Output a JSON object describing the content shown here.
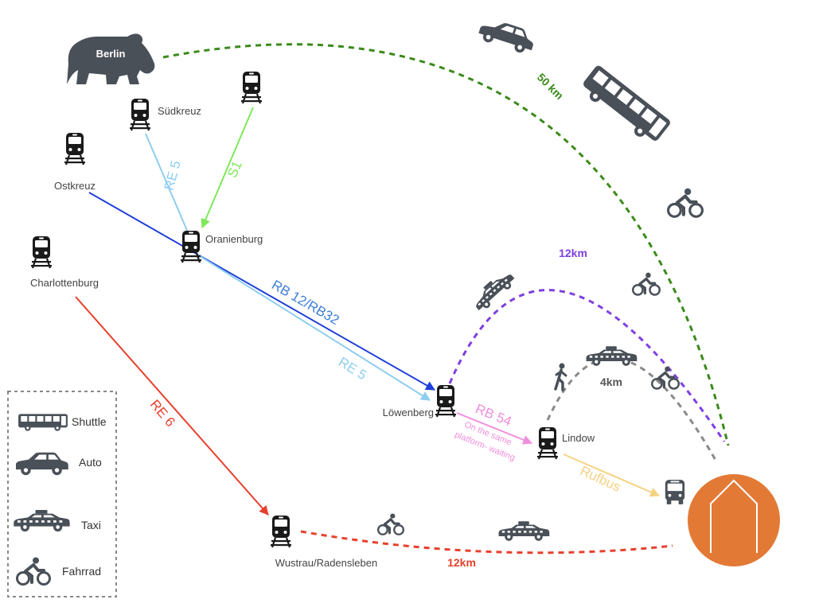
{
  "places": {
    "berlin": "Berlin",
    "suedkreuz": "Südkreuz",
    "ostkreuz": "Ostkreuz",
    "charlottenburg": "Charlottenburg",
    "oranienburg": "Oranienburg",
    "loewenberg": "Löwenberg",
    "lindow": "Lindow",
    "wustrau": "Wustrau/Radensleben"
  },
  "routes": {
    "re5_upper": "RE 5",
    "s1": "S1",
    "rb12": "RB 12/RB32",
    "re5_lower": "RE 5",
    "re6": "RE 6",
    "rb54": "RB 54",
    "rb54_note_1": "On the same",
    "rb54_note_2": "platform- waiting",
    "rufbus": "Rufbus"
  },
  "distances": {
    "berlin": "50 km",
    "loewenberg": "12km",
    "lindow": "4km",
    "wustrau": "12km"
  },
  "legend": {
    "shuttle": "Shuttle",
    "auto": "Auto",
    "taxi": "Taxi",
    "fahrrad": "Fahrrad"
  },
  "colors": {
    "re5": "#8ecdf0",
    "s1": "#7ee85a",
    "rb12": "#1f3fd9",
    "re6": "#e8402c",
    "rb54": "#f08fdc",
    "rufbus": "#f5d282",
    "berlin_path": "#3a8a1a",
    "loewenberg_path": "#7f3fe0",
    "lindow_path": "#8a8a8a",
    "wustrau_path": "#e8402c",
    "destination": "#e27a36",
    "icon": "#4a5058"
  },
  "icons": [
    "bear-icon",
    "train-icon",
    "car-icon",
    "bus-icon",
    "bicycle-icon",
    "taxi-icon",
    "walking-icon",
    "house-icon"
  ]
}
